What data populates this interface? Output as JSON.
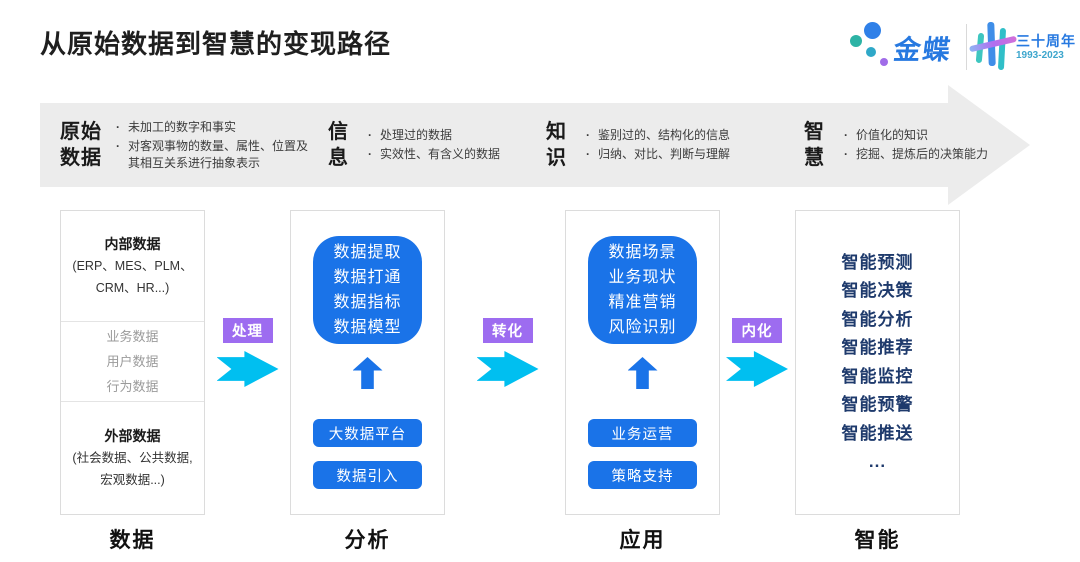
{
  "page": {
    "title": "从原始数据到智慧的变现路径"
  },
  "logo": {
    "brand": "金蝶",
    "anniversary": "三十周年",
    "years": "1993-2023"
  },
  "banner": {
    "stages": [
      {
        "title": "原始数据",
        "bullets": [
          "未加工的数字和事实",
          "对客观事物的数量、属性、位置及其相互关系进行抽象表示"
        ]
      },
      {
        "title": "信息",
        "bullets": [
          "处理过的数据",
          "实效性、有含义的数据"
        ]
      },
      {
        "title": "知识",
        "bullets": [
          "鉴别过的、结构化的信息",
          "归纳、对比、判断与理解"
        ]
      },
      {
        "title": "智慧",
        "bullets": [
          "价值化的知识",
          "挖掘、提炼后的决策能力"
        ]
      }
    ]
  },
  "columns": [
    {
      "label": "数据",
      "sections": [
        {
          "title": "内部数据",
          "lines": [
            "(ERP、MES、PLM、",
            "CRM、HR...)"
          ]
        },
        {
          "items": [
            "业务数据",
            "用户数据",
            "行为数据"
          ]
        },
        {
          "title": "外部数据",
          "lines": [
            "(社会数据、公共数据,",
            "宏观数据...)"
          ]
        }
      ]
    },
    {
      "label": "分析",
      "panel": [
        "数据提取",
        "数据打通",
        "数据指标",
        "数据模型"
      ],
      "buttons": [
        "大数据平台",
        "数据引入"
      ]
    },
    {
      "label": "应用",
      "panel": [
        "数据场景",
        "业务现状",
        "精准营销",
        "风险识别"
      ],
      "buttons": [
        "业务运营",
        "策略支持"
      ]
    },
    {
      "label": "智能",
      "items": [
        "智能预测",
        "智能决策",
        "智能分析",
        "智能推荐",
        "智能监控",
        "智能预警",
        "智能推送",
        "..."
      ]
    }
  ],
  "connectors": [
    {
      "label": "处理"
    },
    {
      "label": "转化"
    },
    {
      "label": "内化"
    }
  ],
  "colors": {
    "accent_blue": "#1a73e8",
    "navy_text": "#1e3a6c",
    "connector_purple": "#9d6cf0",
    "connector_cyan": "#00bff0",
    "banner_gray": "#ececec",
    "brand_blue": "#2779e0",
    "brand_teal": "#30bfc8"
  }
}
